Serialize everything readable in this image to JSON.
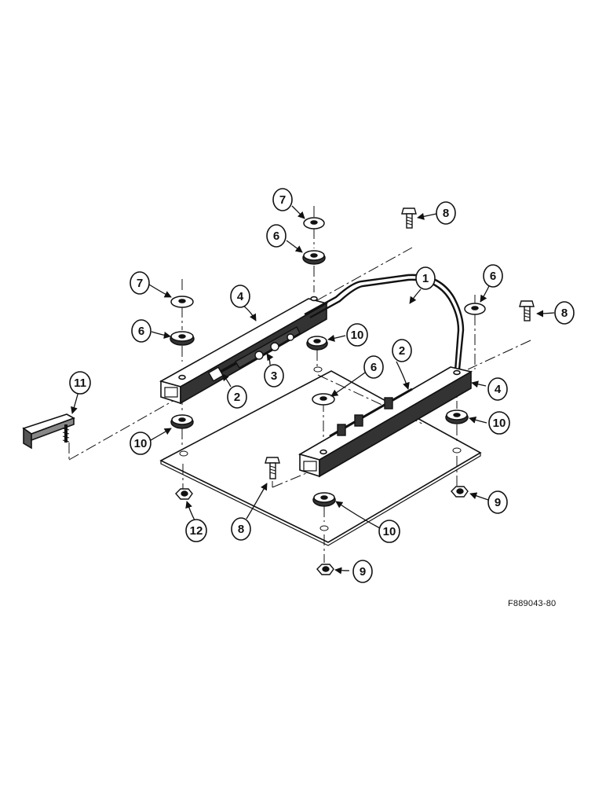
{
  "figure_code": "F889043-80",
  "callouts": [
    "1",
    "2",
    "2",
    "3",
    "4",
    "4",
    "6",
    "6",
    "6",
    "6",
    "7",
    "7",
    "8",
    "8",
    "8",
    "9",
    "9",
    "10",
    "10",
    "10",
    "11",
    "12"
  ],
  "colors": {
    "ink": "#111111",
    "paper": "#ffffff",
    "shade": "#555555"
  }
}
